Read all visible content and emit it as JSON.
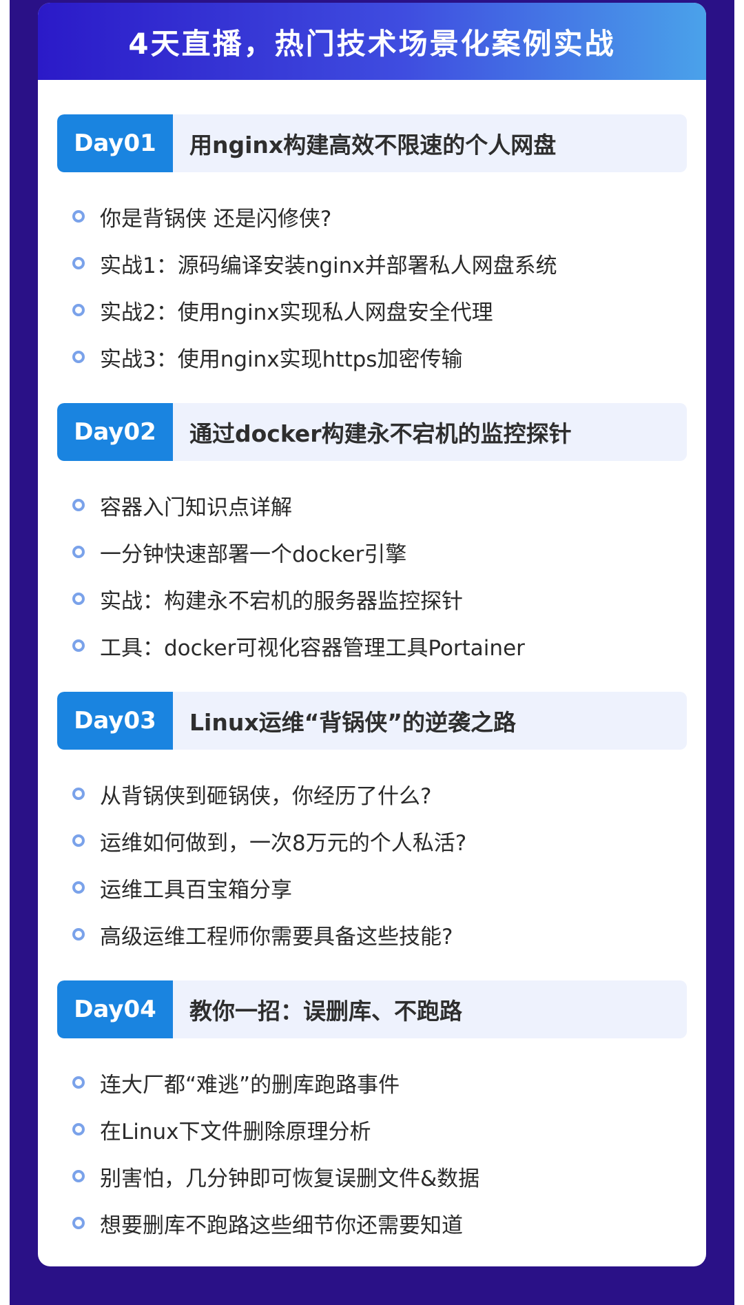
{
  "header": {
    "title": "4天直播，热门技术场景化案例实战"
  },
  "days": [
    {
      "badge": "Day01",
      "title": "用nginx构建高效不限速的个人网盘",
      "items": [
        "你是背锅侠 还是闪修侠?",
        "实战1：源码编译安装nginx并部署私人网盘系统",
        "实战2：使用nginx实现私人网盘安全代理",
        "实战3：使用nginx实现https加密传输"
      ]
    },
    {
      "badge": "Day02",
      "title": "通过docker构建永不宕机的监控探针",
      "items": [
        "容器入门知识点详解",
        "一分钟快速部署一个docker引擎",
        "实战：构建永不宕机的服务器监控探针",
        "工具：docker可视化容器管理工具Portainer"
      ]
    },
    {
      "badge": "Day03",
      "title": "Linux运维“背锅侠”的逆袭之路",
      "items": [
        "从背锅侠到砸锅侠，你经历了什么?",
        "运维如何做到，一次8万元的个人私活?",
        "运维工具百宝箱分享",
        "高级运维工程师你需要具备这些技能?"
      ]
    },
    {
      "badge": "Day04",
      "title": "教你一招：误删库、不跑路",
      "items": [
        "连大厂都“难逃”的删库跑路事件",
        "在Linux下文件删除原理分析",
        "别害怕，几分钟即可恢复误删文件&数据",
        "想要删库不跑路这些细节你还需要知道"
      ]
    }
  ],
  "colors": {
    "background": "#2a1187",
    "badge": "#1a84e0",
    "bar": "#eef2fd",
    "bullet": "#7aa2ea"
  },
  "icons": {
    "bullet": "ring-bullet-icon"
  }
}
